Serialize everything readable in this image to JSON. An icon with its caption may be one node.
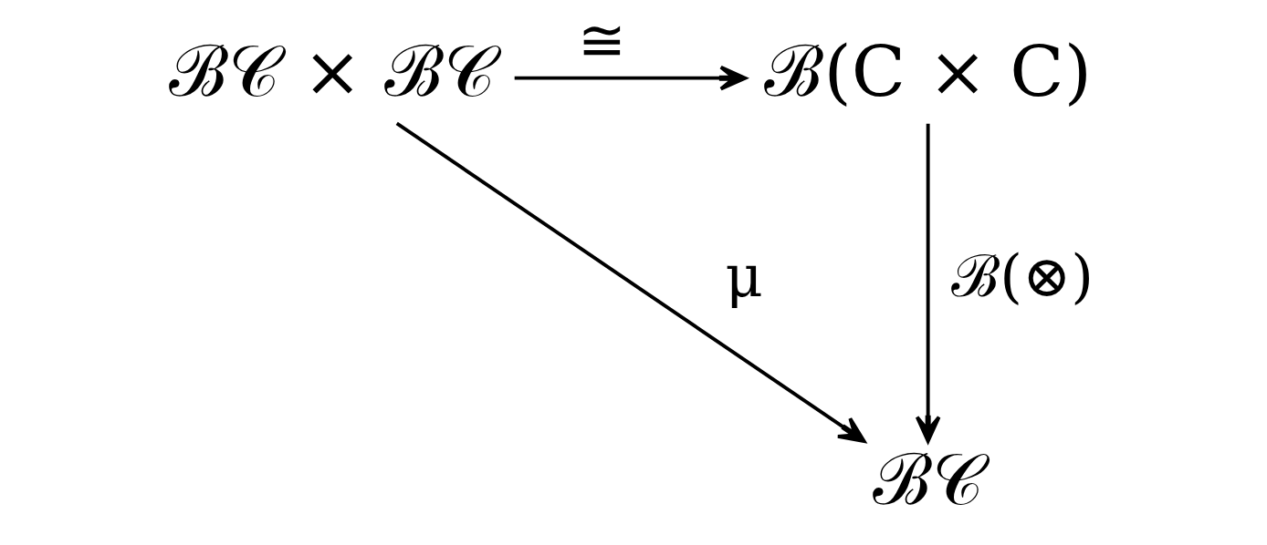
{
  "diagram": {
    "nodes": [
      {
        "text": [
          "ℬ𝒞 × ℬ𝒞"
        ]
      },
      {
        "text": [
          "ℬ(C × C)"
        ]
      },
      {
        "text": [
          "ℬ𝒞"
        ]
      }
    ],
    "edges": [
      {
        "from": 0,
        "to": 1,
        "arrow": "to",
        "label": "≅"
      },
      {
        "from": 1,
        "to": 2,
        "arrow": "to",
        "label": "ℬ(⊗)"
      },
      {
        "from": 0,
        "to": 2,
        "arrow": "to",
        "label": "μ"
      }
    ]
  }
}
